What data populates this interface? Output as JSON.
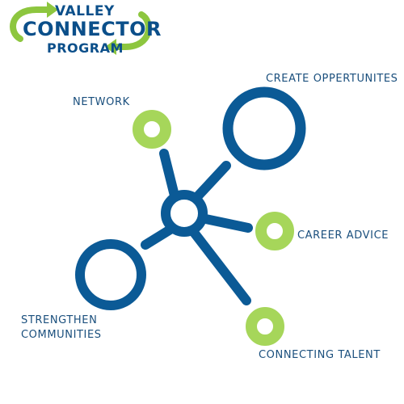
{
  "logo": {
    "line1": "VALLEY",
    "line2": "CONNECTOR",
    "line3": "PROGRAM"
  },
  "labels": {
    "create": "CREATE OPPERTUNITES",
    "network": "NETWORK",
    "career": "CAREER ADVICE",
    "strengthen": "STRENGTHEN",
    "communities": "COMMUNITIES",
    "talent": "CONNECTING TALENT"
  },
  "colors": {
    "blue": "#0b5a96",
    "green": "#a6d65a",
    "text": "#1a4f7d"
  }
}
